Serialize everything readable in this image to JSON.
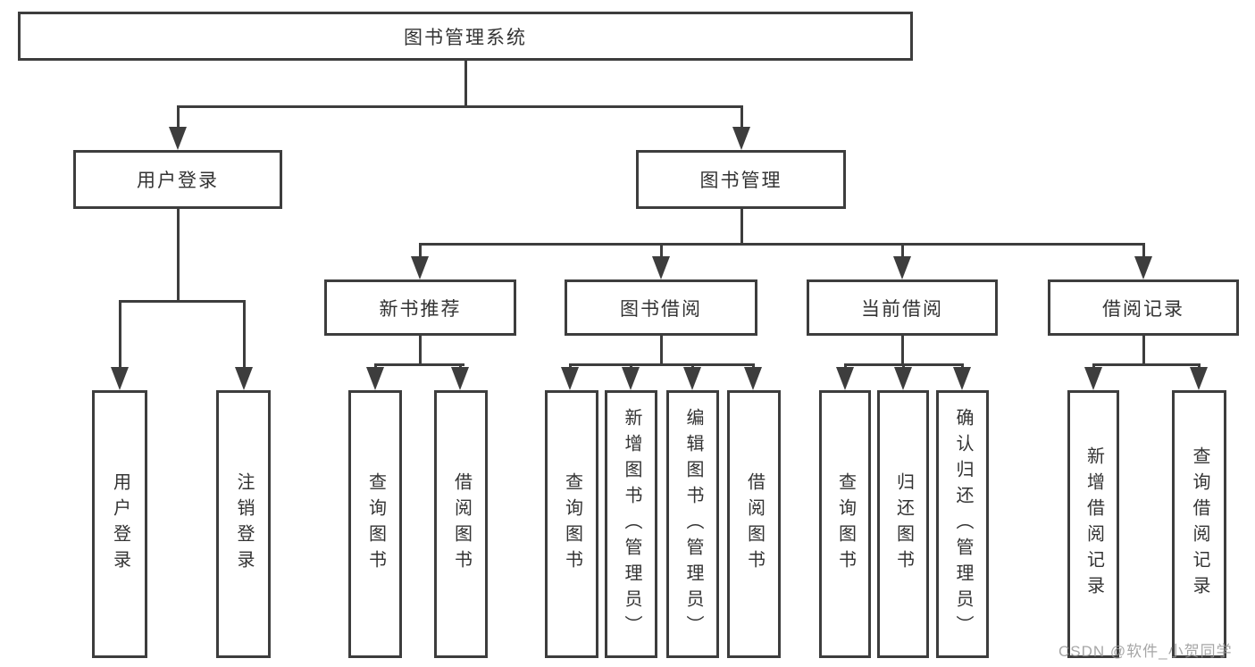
{
  "tree": {
    "root": "图书管理系统",
    "branches": {
      "user_login": "用户登录",
      "book_management": "图书管理"
    },
    "user_login_children": [
      "用户登录",
      "注销登录"
    ],
    "book_management_children": [
      "新书推荐",
      "图书借阅",
      "当前借阅",
      "借阅记录"
    ],
    "new_book_children": [
      "查询图书",
      "借阅图书"
    ],
    "book_borrow_children": [
      "查询图书",
      "新增图书（管理员）",
      "编辑图书（管理员）",
      "借阅图书"
    ],
    "current_borrow_children": [
      "查询图书",
      "归还图书",
      "确认归还（管理员）"
    ],
    "borrow_record_children": [
      "新增借阅记录",
      "查询借阅记录"
    ]
  },
  "watermark": "CSDN @软件_小贺同学",
  "colors": {
    "line": "#3d3d3d",
    "text": "#333333",
    "background": "#ffffff",
    "watermark": "#969696"
  }
}
